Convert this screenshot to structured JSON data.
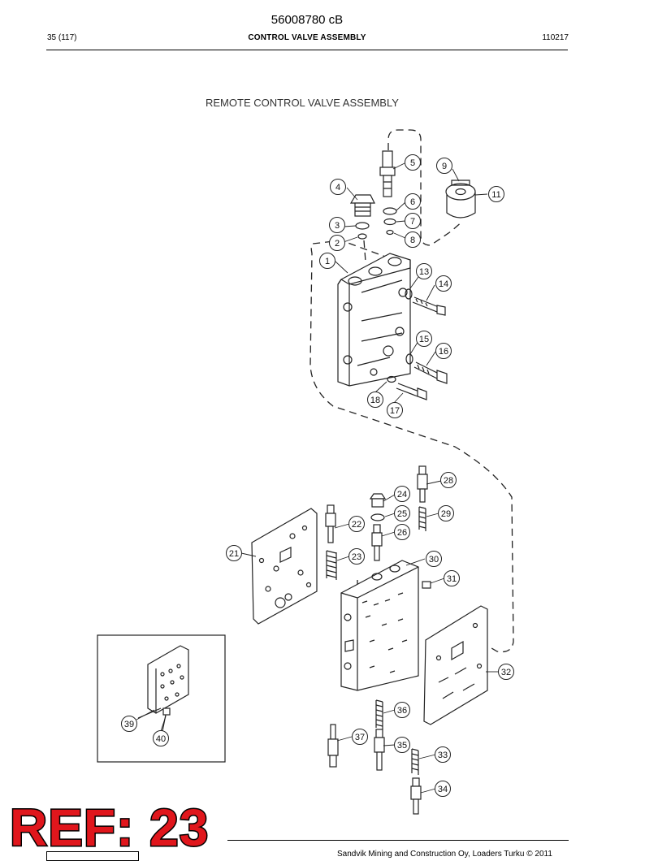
{
  "document": {
    "id": "56008780 cB",
    "page": "35 (117)",
    "section": "CONTROL VALVE ASSEMBLY",
    "date": "110217"
  },
  "figure": {
    "title": "REMOTE CONTROL VALVE ASSEMBLY",
    "callouts": [
      "1",
      "2",
      "3",
      "4",
      "5",
      "6",
      "7",
      "8",
      "9",
      "11",
      "13",
      "14",
      "15",
      "16",
      "17",
      "18",
      "21",
      "22",
      "23",
      "24",
      "25",
      "26",
      "28",
      "29",
      "30",
      "31",
      "32",
      "33",
      "34",
      "35",
      "36",
      "37",
      "39",
      "40"
    ]
  },
  "stamp": {
    "text": "REF: 23",
    "color": "#e0161c"
  },
  "footer": {
    "text": "Sandvik Mining and Construction Oy, Loaders Turku © 2011"
  }
}
